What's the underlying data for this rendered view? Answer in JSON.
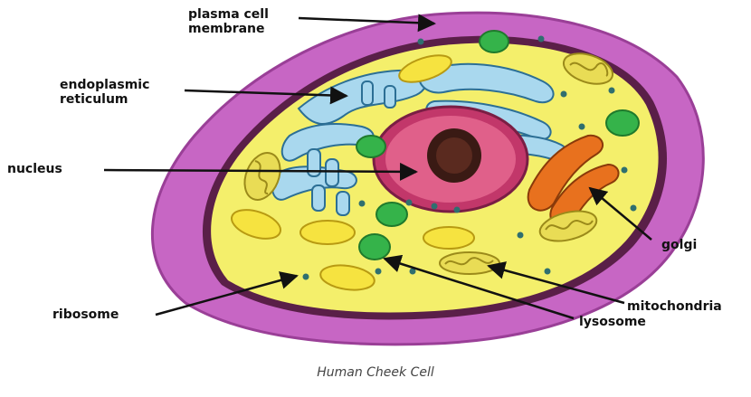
{
  "labels": {
    "plasma_membrane_line1": "plasma cell",
    "plasma_membrane_line2": "membrane",
    "er_line1": "endoplasmic",
    "er_line2": "reticulum",
    "nucleus": "nucleus",
    "golgi": "golgi",
    "mitochondria": "mitochondria",
    "lysosome": "lysosome",
    "ribosome": "ribosome"
  },
  "caption": "Human Cheek Cell",
  "colors": {
    "membrane_outer": "#c766c4",
    "membrane_rim": "#5a1f48",
    "cytoplasm": "#f4ef6b",
    "er": "#a9d8ee",
    "nucleus_envelope": "#c2376a",
    "nucleus_inner": "#e0608a",
    "chromatin": "#3a1a14",
    "golgi": "#e8711e",
    "lysosome": "#35b34a",
    "mitochondria": "#e9dc55",
    "ribosome": "#2f6f6f"
  }
}
